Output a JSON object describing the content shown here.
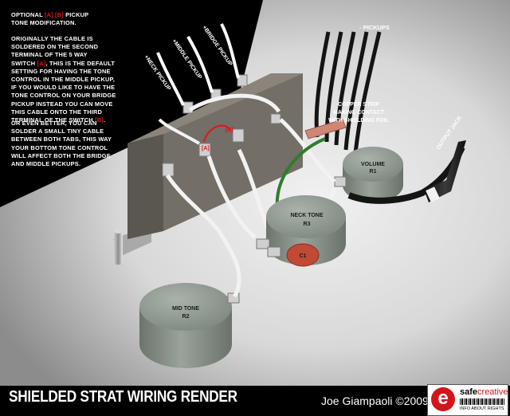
{
  "notes": {
    "p1_title_pre": "OPTIONAL ",
    "p1_tag_a": "[A]",
    "p1_tag_b": "[B]",
    "p1_title_post": " PICKUP",
    "p1_line2": "TONE MODIFICATION.",
    "p2_l1": "ORIGINALLY THE CABLE IS",
    "p2_l2": "SOLDERED ON THE SECOND",
    "p2_l3": "TERMINAL OF THE 5 WAY",
    "p2_l4_pre": "SWITCH ",
    "p2_l4_tag": "[A]",
    "p2_l4_post": ", THIS IS THE DEFAULT",
    "p2_l5": "SETTING FOR HAVING THE TONE",
    "p2_l6": "CONTROL IN THE MIDDLE PICKUP,",
    "p2_l7": "IF YOU WOULD LIKE TO HAVE THE",
    "p2_l8": "TONE CONTROL ON YOUR BRIDGE",
    "p2_l9": "PICKUP INSTEAD YOU CAN MOVE",
    "p2_l10": "THIS CABLE ONTO THE THIRD",
    "p2_l11_pre": "TERMINAL OF THE SWITCH ",
    "p2_l11_tag": "[B]",
    "p2_l11_post": ".",
    "p3_l1": "OR EVEN BETTER, YOU CAN",
    "p3_l2": "SOLDER A SMALL TINY CABLE",
    "p3_l3": "BETWEEN BOTH TABS, THIS WAY",
    "p3_l4": "YOUR BOTTOM TONE CONTROL",
    "p3_l5": "WILL AFFECT BOTH THE BRIDGE",
    "p3_l6": "AND MIDDLE PICKUPS."
  },
  "labels": {
    "neck_pickup": "+NECK PICKUP",
    "middle_pickup": "+MIDDLE PICKUP",
    "bridge_pickup": "+BRIDGE PICKUP",
    "minus_pickups": "- PICKUPS",
    "copper_l1": "COPPER STRIP",
    "copper_l2": "MAKING CONTACT",
    "copper_l3": "WITH SHIELDING FOIL",
    "output_jack": "OUTPUT JACK",
    "tag_a": "[A]",
    "tag_b": "[B]",
    "volume_name": "VOLUME",
    "volume_id": "R1",
    "neck_tone_name": "NECK TONE",
    "neck_tone_id": "R3",
    "mid_tone_name": "MID TONE",
    "mid_tone_id": "R2",
    "capacitor": "C1"
  },
  "footer": {
    "title": "SHIELDED STRAT WIRING RENDER",
    "author": "Joe Giampaoli ©2009"
  },
  "badge": {
    "logo_letter": "e",
    "brand_main": "safe",
    "brand_accent": "creative",
    "rights": "INFO ABOUT RIGHTS"
  },
  "colors": {
    "background": "#d9d9d9",
    "switch_body": "#736e66",
    "pot_body": "#8f9890",
    "wire_white": "#f2f2f2",
    "wire_black": "#141414",
    "wire_green": "#2f7d2c",
    "copper": "#cf8672",
    "capacitor": "#c24a35",
    "annotation_red": "#e0141a"
  }
}
